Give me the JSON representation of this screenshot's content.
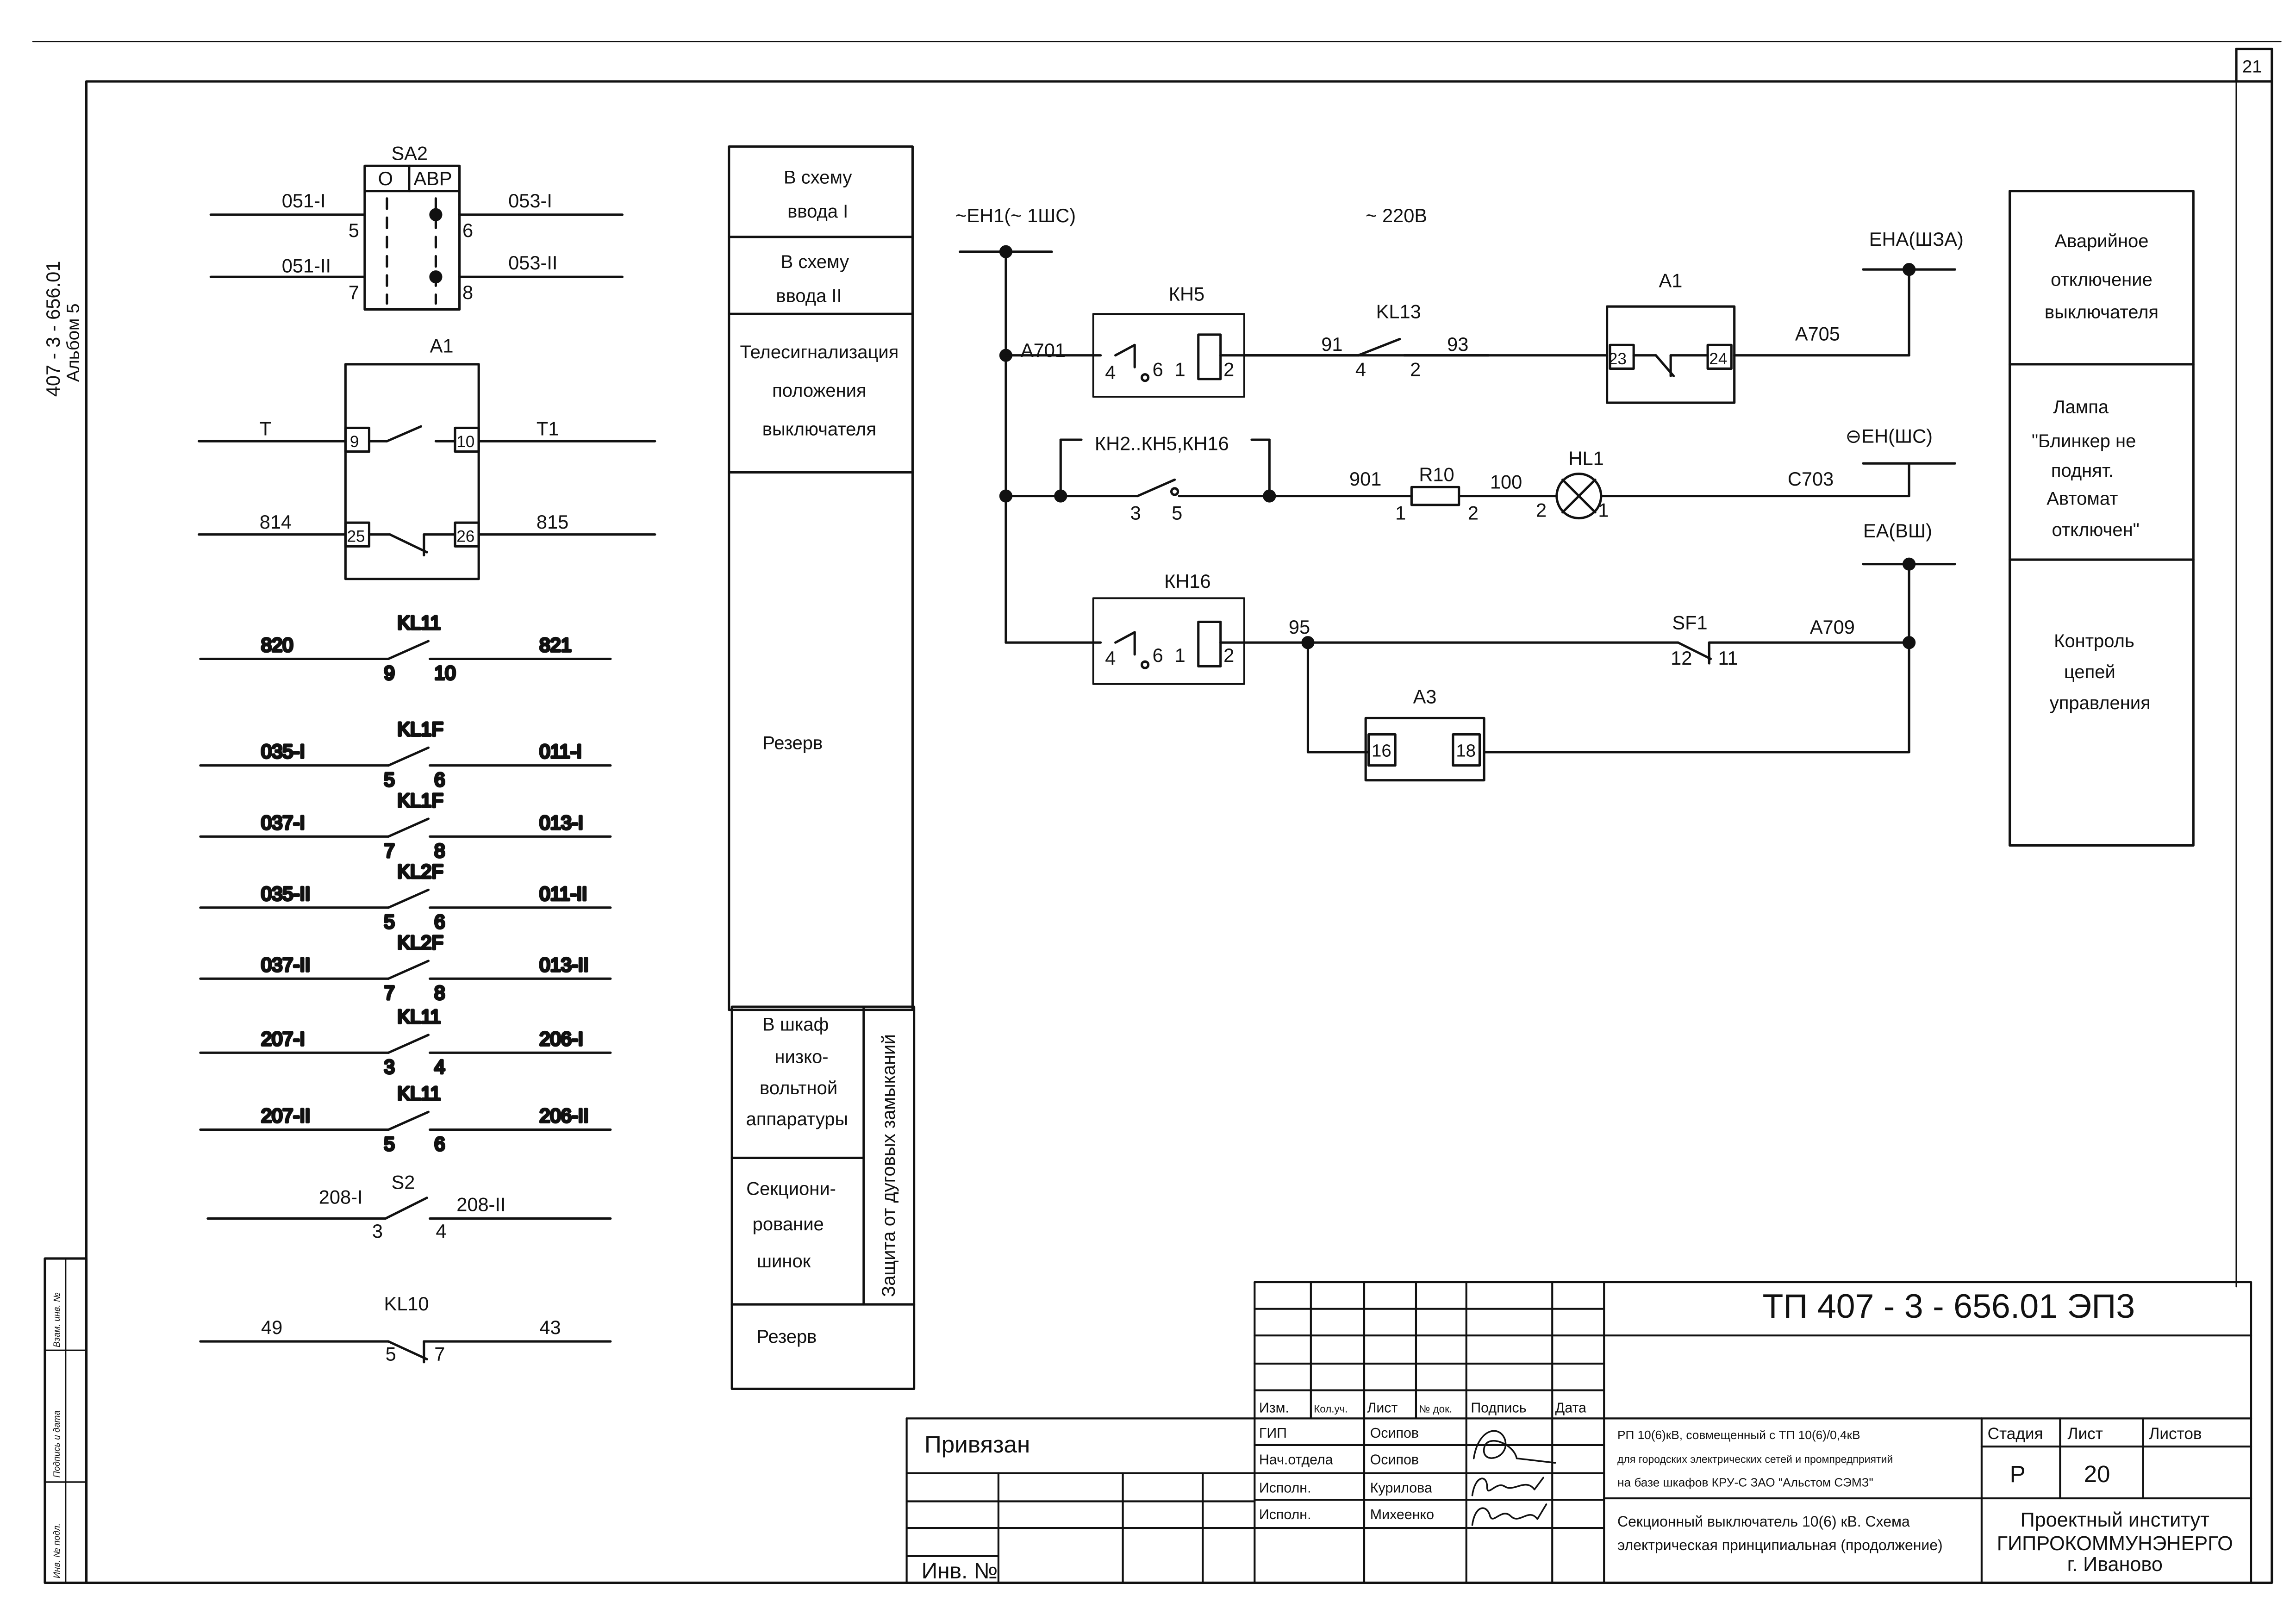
{
  "sheet": {
    "page_number": "21",
    "side_code": "407 - 3 - 656.01",
    "side_album": "Альбом 5",
    "stamp_labels": [
      "Взам. инв. №",
      "Подпись и дата",
      "Инв. № подл."
    ]
  },
  "left_contacts": [
    {
      "ref": "SA2",
      "cols": [
        "О",
        "АВР"
      ],
      "left_top": "051-I",
      "right_top": "053-I",
      "pins_top": [
        "5",
        "6"
      ],
      "left_bot": "051-II",
      "right_bot": "053-II",
      "pins_bot": [
        "7",
        "8"
      ]
    },
    {
      "ref": "A1",
      "rows": [
        {
          "left": "T",
          "right": "T1",
          "pin_l": "9",
          "pin_r": "10"
        },
        {
          "left": "814",
          "right": "815",
          "pin_l": "25",
          "pin_r": "26"
        }
      ]
    },
    {
      "ref": "KL11",
      "left": "820",
      "right": "821",
      "pins": [
        "9",
        "10"
      ]
    },
    {
      "ref": "KL1F",
      "left": "035-I",
      "right": "011-I",
      "pins": [
        "5",
        "6"
      ]
    },
    {
      "ref": "KL1F",
      "left": "037-I",
      "right": "013-I",
      "pins": [
        "7",
        "8"
      ]
    },
    {
      "ref": "KL2F",
      "left": "035-II",
      "right": "011-II",
      "pins": [
        "5",
        "6"
      ]
    },
    {
      "ref": "KL2F",
      "left": "037-II",
      "right": "013-II",
      "pins": [
        "7",
        "8"
      ]
    },
    {
      "ref": "KL11",
      "left": "207-I",
      "right": "206-I",
      "pins": [
        "3",
        "4"
      ]
    },
    {
      "ref": "KL11",
      "left": "207-II",
      "right": "206-II",
      "pins": [
        "5",
        "6"
      ]
    },
    {
      "ref": "S2",
      "left": "208-I",
      "right": "208-II",
      "pins": [
        "3",
        "4"
      ]
    },
    {
      "ref": "KL10",
      "left": "49",
      "right": "43",
      "pins": [
        "5",
        "7"
      ]
    }
  ],
  "mid_boxes": [
    [
      "В схему",
      "ввода I"
    ],
    [
      "В схему",
      "ввода II"
    ],
    [
      "Телесигнализация",
      "положения",
      "выключателя"
    ],
    [
      "Резерв"
    ],
    [
      "В шкаф",
      "низко-",
      "вольтной",
      "аппаратуры"
    ],
    [
      "Секциони-",
      "рование",
      "шинок"
    ],
    [
      "Резерв"
    ]
  ],
  "mid_vertical": "Защита от дуговых замыканий",
  "circuit": {
    "supply": "~ЕН1(~    1ШС)",
    "voltage": "~ 220В",
    "row1": {
      "node": "А701",
      "relay": "КН5",
      "relay_pins": [
        "4",
        "6",
        "1",
        "2"
      ],
      "contact": "KL13",
      "wire_a": "91",
      "wire_b": "93",
      "contact_pins": [
        "4",
        "2"
      ],
      "device": "A1",
      "device_pins": [
        "23",
        "24"
      ],
      "wire_out": "А705",
      "bus": "ЕНА(ШЗА)"
    },
    "row2": {
      "contact": "КН2..КН5,КН16",
      "contact_pins": [
        "3",
        "5"
      ],
      "wire_a": "901",
      "resistor": "R10",
      "res_pins": [
        "1",
        "2"
      ],
      "wire_b": "100",
      "lamp": "HL1",
      "lamp_pins": [
        "2",
        "1"
      ],
      "wire_out": "С703",
      "bus": "⊖ЕН(ШС)"
    },
    "row3": {
      "relay": "КН16",
      "relay_pins": [
        "4",
        "6",
        "1",
        "2"
      ],
      "wire_a": "95",
      "breaker": "SF1",
      "breaker_pins": [
        "12",
        "11"
      ],
      "wire_out": "А709",
      "bus": "ЕА(ВШ)",
      "device": "A3",
      "device_pins": [
        "16",
        "18"
      ]
    }
  },
  "right_boxes": [
    [
      "Аварийное",
      "отключение",
      "выключателя"
    ],
    [
      "Лампа",
      "\"Блинкер не",
      "поднят.",
      "Автомат",
      "отключен\""
    ],
    [
      "Контроль",
      "цепей",
      "управления"
    ]
  ],
  "title_block": {
    "doc_code": "ТП  407 - 3 - 656.01      ЭП3",
    "bound": "Привязан",
    "inv_no": "Инв. №",
    "headers": [
      "Изм.",
      "Кол.уч.",
      "Лист",
      "№ док.",
      "Подпись",
      "Дата"
    ],
    "roles": [
      "ГИП",
      "Нач.отдела",
      "Исполн.",
      "Исполн."
    ],
    "names": [
      "Осипов",
      "Осипов",
      "Курилова",
      "Михеенко"
    ],
    "project_lines": [
      "РП 10(6)кВ, совмещенный с ТП 10(6)/0,4кВ",
      "для городских электрических сетей и промпредприятий",
      "на базе шкафов КРУ-С ЗАО \"Альстом СЭМЗ\""
    ],
    "sheet_lines": [
      "Секционный выключатель 10(6) кВ. Схема",
      "электрическая принципиальная (продолжение)"
    ],
    "stage_label": "Стадия",
    "sheet_label": "Лист",
    "sheets_label": "Листов",
    "stage": "Р",
    "sheet": "20",
    "org": [
      "Проектный институт",
      "ГИПРОКОММУНЭНЕРГО",
      "г. Иваново"
    ]
  }
}
